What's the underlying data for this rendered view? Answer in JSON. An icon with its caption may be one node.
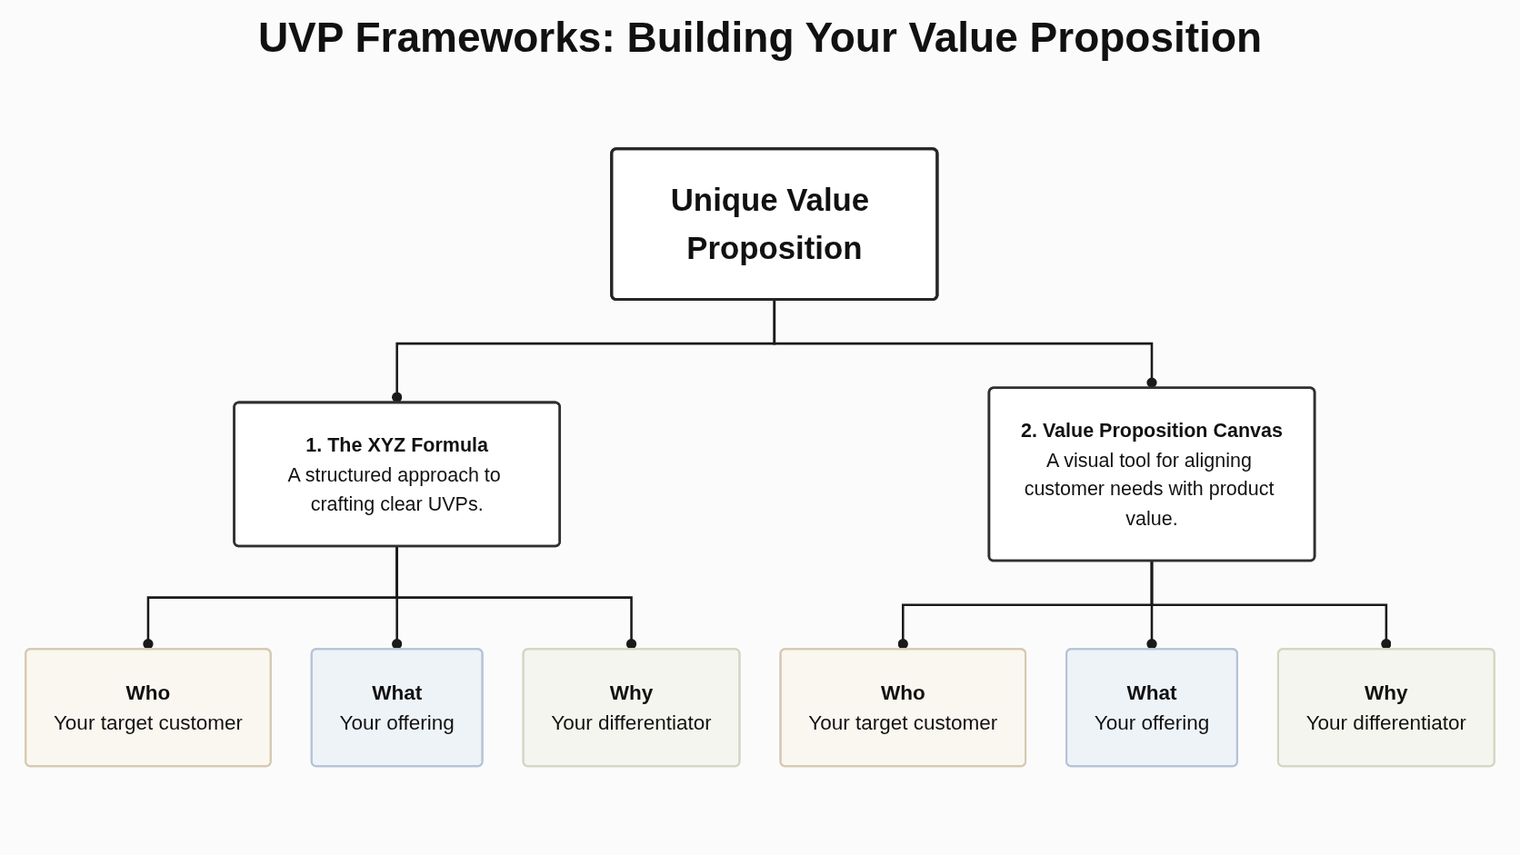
{
  "diagram": {
    "title": "UVP Frameworks: Building Your Value Proposition",
    "nodes": [
      {
        "text": [
          "Unique Value Proposition"
        ]
      },
      {
        "text": [
          "1. The XYZ Formula",
          "A structured approach to crafting clear UVPs."
        ]
      },
      {
        "text": [
          "2. Value Proposition Canvas",
          "A visual tool for aligning customer needs with product value."
        ]
      },
      {
        "text": [
          "Who",
          "Your target customer"
        ]
      },
      {
        "text": [
          "What",
          "Your offering"
        ]
      },
      {
        "text": [
          "Why",
          "Your differentiator"
        ]
      },
      {
        "text": [
          "Who",
          "Your target customer"
        ]
      },
      {
        "text": [
          "What",
          "Your offering"
        ]
      },
      {
        "text": [
          "Why",
          "Your differentiator"
        ]
      }
    ],
    "edges": [
      {
        "from": 0,
        "to": 1,
        "arrow": "other"
      },
      {
        "from": 0,
        "to": 2,
        "arrow": "other"
      },
      {
        "from": 1,
        "to": 3,
        "arrow": "other"
      },
      {
        "from": 1,
        "to": 4,
        "arrow": "other"
      },
      {
        "from": 1,
        "to": 5,
        "arrow": "other"
      },
      {
        "from": 2,
        "to": 6,
        "arrow": "other"
      },
      {
        "from": 2,
        "to": 7,
        "arrow": "other"
      },
      {
        "from": 2,
        "to": 8,
        "arrow": "other"
      }
    ]
  }
}
